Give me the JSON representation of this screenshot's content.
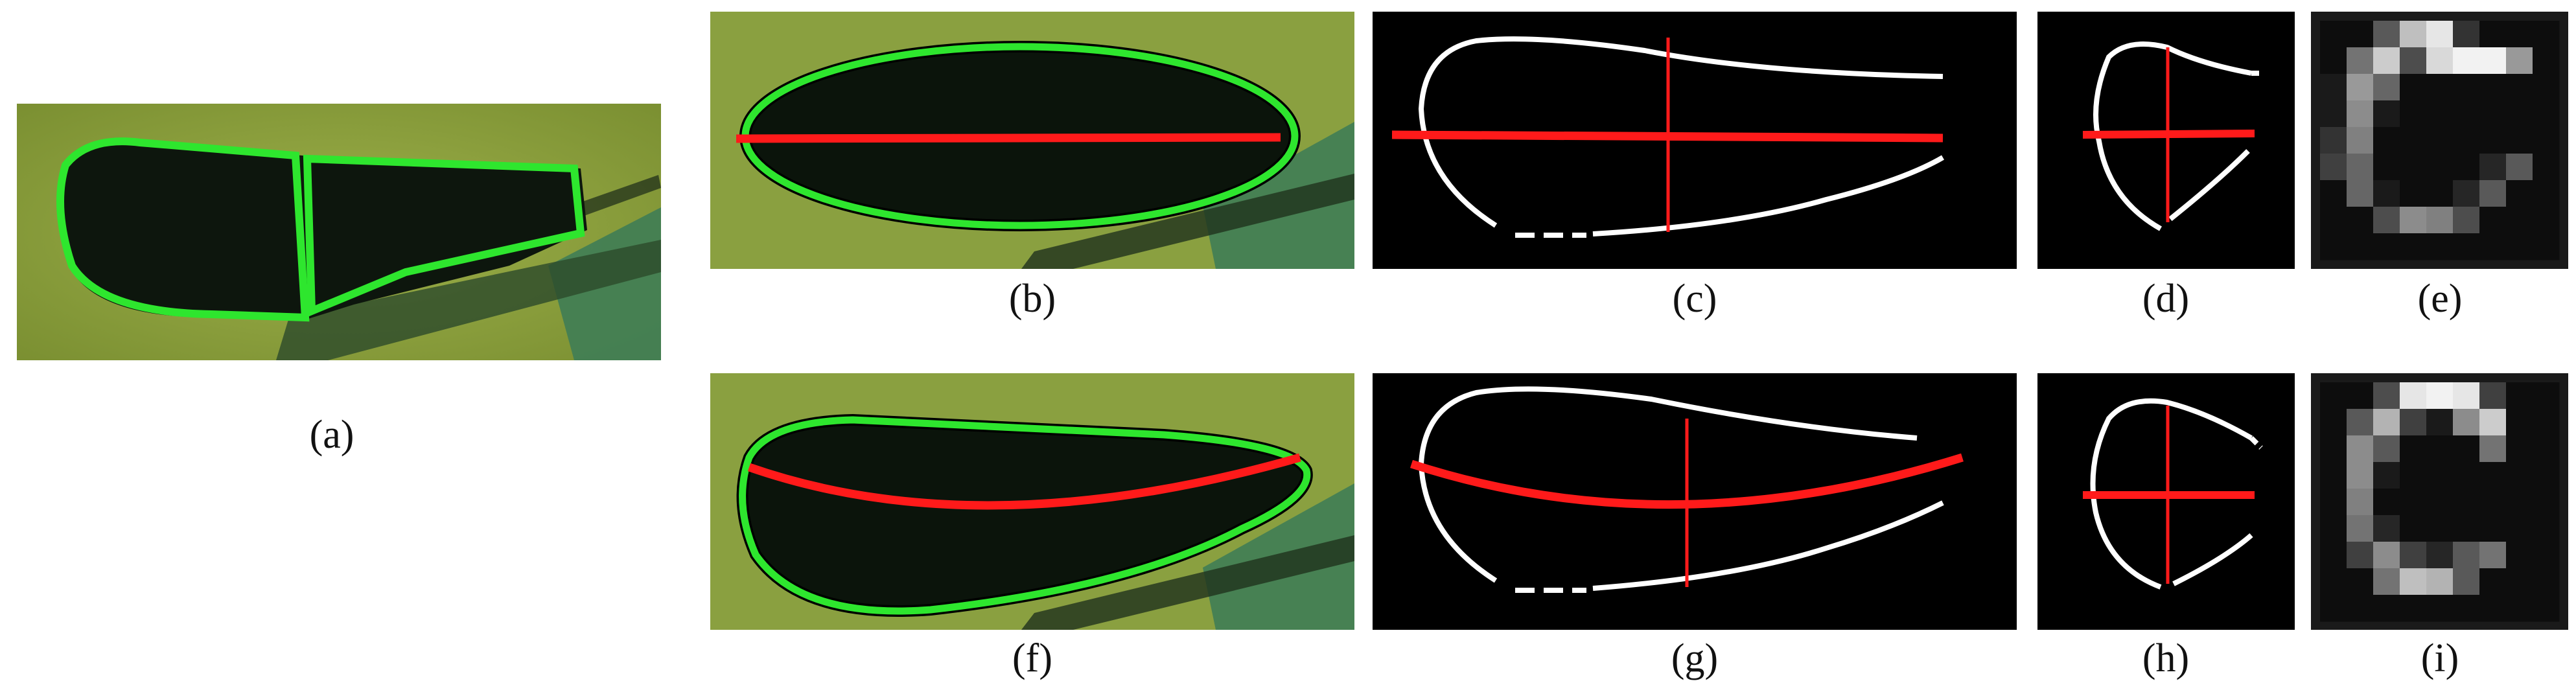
{
  "captions": {
    "a": "(a)",
    "b": "(b)",
    "c": "(c)",
    "d": "(d)",
    "e": "(e)",
    "f": "(f)",
    "g": "(g)",
    "h": "(h)",
    "i": "(i)"
  },
  "colors": {
    "contour": "#2ee62e",
    "axis": "#ff1a1a",
    "foliage": "#8fa43c",
    "wing": "#0b140b",
    "background_dark": "#000000",
    "shape_line": "#ffffff"
  },
  "shape_descriptor_e": [
    [
      0.05,
      0.05,
      0.35,
      0.75,
      0.9,
      0.2,
      0.05,
      0.05,
      0.05
    ],
    [
      0.05,
      0.45,
      0.8,
      0.3,
      0.85,
      0.95,
      0.95,
      0.6,
      0.05
    ],
    [
      0.1,
      0.6,
      0.4,
      0.05,
      0.05,
      0.05,
      0.05,
      0.05,
      0.05
    ],
    [
      0.1,
      0.55,
      0.1,
      0.05,
      0.05,
      0.05,
      0.05,
      0.05,
      0.05
    ],
    [
      0.2,
      0.5,
      0.05,
      0.05,
      0.05,
      0.05,
      0.05,
      0.05,
      0.05
    ],
    [
      0.25,
      0.4,
      0.05,
      0.05,
      0.05,
      0.05,
      0.15,
      0.35,
      0.05
    ],
    [
      0.05,
      0.4,
      0.1,
      0.05,
      0.05,
      0.15,
      0.35,
      0.05,
      0.05
    ],
    [
      0.05,
      0.05,
      0.3,
      0.55,
      0.5,
      0.3,
      0.05,
      0.05,
      0.05
    ],
    [
      0.05,
      0.05,
      0.05,
      0.05,
      0.05,
      0.05,
      0.05,
      0.05,
      0.05
    ]
  ],
  "shape_descriptor_i": [
    [
      0.05,
      0.05,
      0.3,
      0.9,
      0.95,
      0.9,
      0.25,
      0.05,
      0.05
    ],
    [
      0.05,
      0.35,
      0.7,
      0.25,
      0.1,
      0.55,
      0.8,
      0.05,
      0.05
    ],
    [
      0.05,
      0.55,
      0.35,
      0.05,
      0.05,
      0.05,
      0.45,
      0.05,
      0.05
    ],
    [
      0.05,
      0.55,
      0.1,
      0.05,
      0.05,
      0.05,
      0.05,
      0.05,
      0.05
    ],
    [
      0.05,
      0.5,
      0.05,
      0.05,
      0.05,
      0.05,
      0.05,
      0.05,
      0.05
    ],
    [
      0.05,
      0.45,
      0.15,
      0.05,
      0.05,
      0.05,
      0.05,
      0.05,
      0.05
    ],
    [
      0.05,
      0.25,
      0.55,
      0.25,
      0.15,
      0.35,
      0.45,
      0.05,
      0.05
    ],
    [
      0.05,
      0.05,
      0.45,
      0.75,
      0.7,
      0.35,
      0.05,
      0.05,
      0.05
    ],
    [
      0.05,
      0.05,
      0.05,
      0.05,
      0.05,
      0.05,
      0.05,
      0.05,
      0.05
    ]
  ]
}
